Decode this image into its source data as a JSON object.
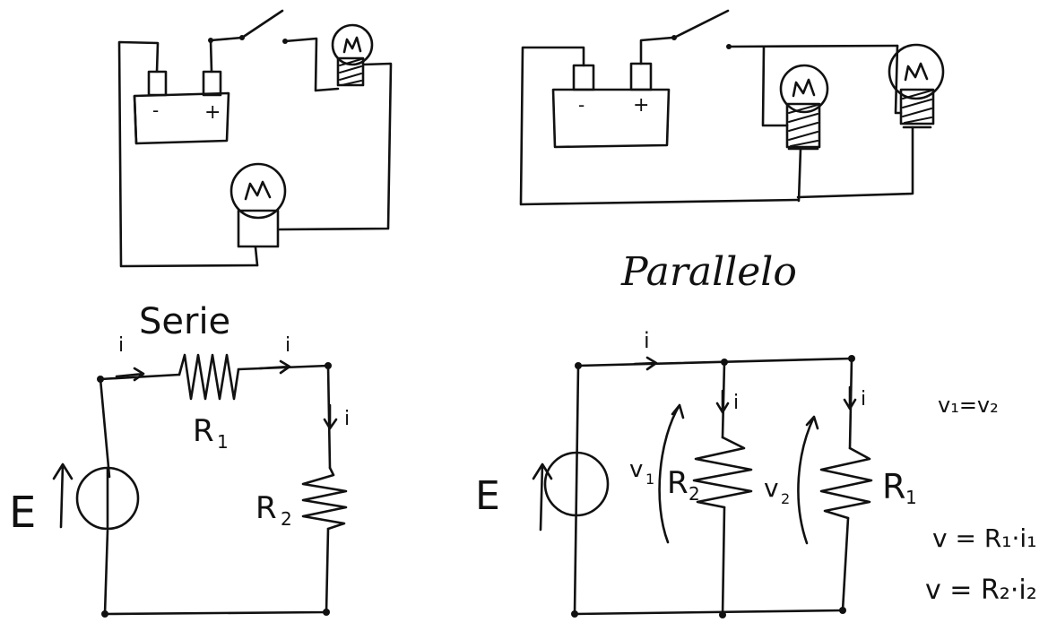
{
  "colors": {
    "ink": "#111111",
    "background": "#ffffff"
  },
  "labels": {
    "series_title": "Serie",
    "parallel_title": "Parallelo",
    "battery_minus": "-",
    "battery_plus": "+",
    "series_source": "E",
    "series_current_1": "i",
    "series_current_2": "i",
    "series_current_3": "i",
    "series_r1": "R",
    "series_r1_sub": "1",
    "series_r2": "R",
    "series_r2_sub": "2",
    "par_source": "E",
    "par_current_main": "i",
    "par_current_1": "i",
    "par_current_2": "i",
    "par_v1": "v",
    "par_v1_sub": "1",
    "par_v2": "v",
    "par_v2_sub": "2",
    "par_r2": "R",
    "par_r2_sub": "2",
    "par_r1": "R",
    "par_r1_sub": "1",
    "eq1": "v₁=v₂",
    "eq2": "v = R₁·i₁",
    "eq3": "v = R₂·i₂"
  }
}
